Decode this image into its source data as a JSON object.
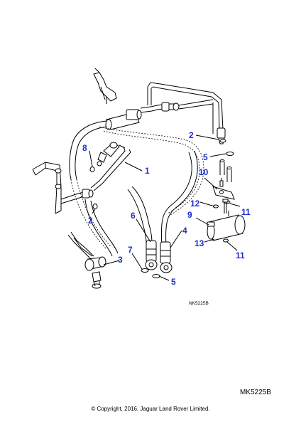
{
  "callouts": [
    {
      "id": "c1",
      "label": "1"
    },
    {
      "id": "c2a",
      "label": "2"
    },
    {
      "id": "c2b",
      "label": "2"
    },
    {
      "id": "c3",
      "label": "3"
    },
    {
      "id": "c4",
      "label": "4"
    },
    {
      "id": "c5a",
      "label": "5"
    },
    {
      "id": "c5b",
      "label": "5"
    },
    {
      "id": "c6",
      "label": "6"
    },
    {
      "id": "c7",
      "label": "7"
    },
    {
      "id": "c8",
      "label": "8"
    },
    {
      "id": "c9",
      "label": "9"
    },
    {
      "id": "c10",
      "label": "10"
    },
    {
      "id": "c11a",
      "label": "11"
    },
    {
      "id": "c11b",
      "label": "11"
    },
    {
      "id": "c12",
      "label": "12"
    },
    {
      "id": "c13",
      "label": "13"
    }
  ],
  "drawing_ref_small": "NK5225B",
  "drawing_ref": "MK5225B",
  "copyright": "© Copyright, 2016. Jaguar Land Rover Limited."
}
